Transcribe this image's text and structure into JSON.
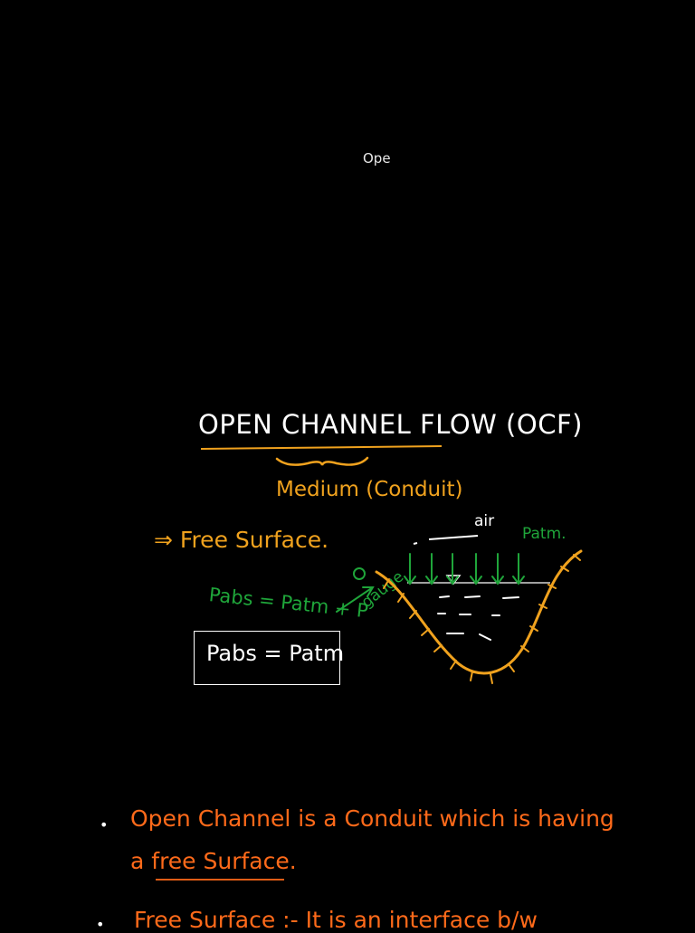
{
  "colors": {
    "background": "#000000",
    "yellow": "#f0a21e",
    "green": "#1fa53a",
    "orange": "#ff6a1a",
    "white": "#ffffff"
  },
  "header": {
    "page_label": "Ope"
  },
  "notes": {
    "title": "OPEN CHANNEL FLOW (OCF)",
    "medium": "Medium (Conduit)",
    "free_surface": "⇒ Free Surface.",
    "air_label": "air",
    "patm_label": "Patm.",
    "pabs_equation": "Pabs = Patm + P",
    "gauge_label": "gauge",
    "boxed_equation": "Pabs = Patm",
    "bullets": [
      {
        "line1": "Open Channel is a Conduit  which is having",
        "line2": "a free Surface."
      },
      {
        "line1": "Free Surface :- It is an interface b/w"
      }
    ]
  }
}
